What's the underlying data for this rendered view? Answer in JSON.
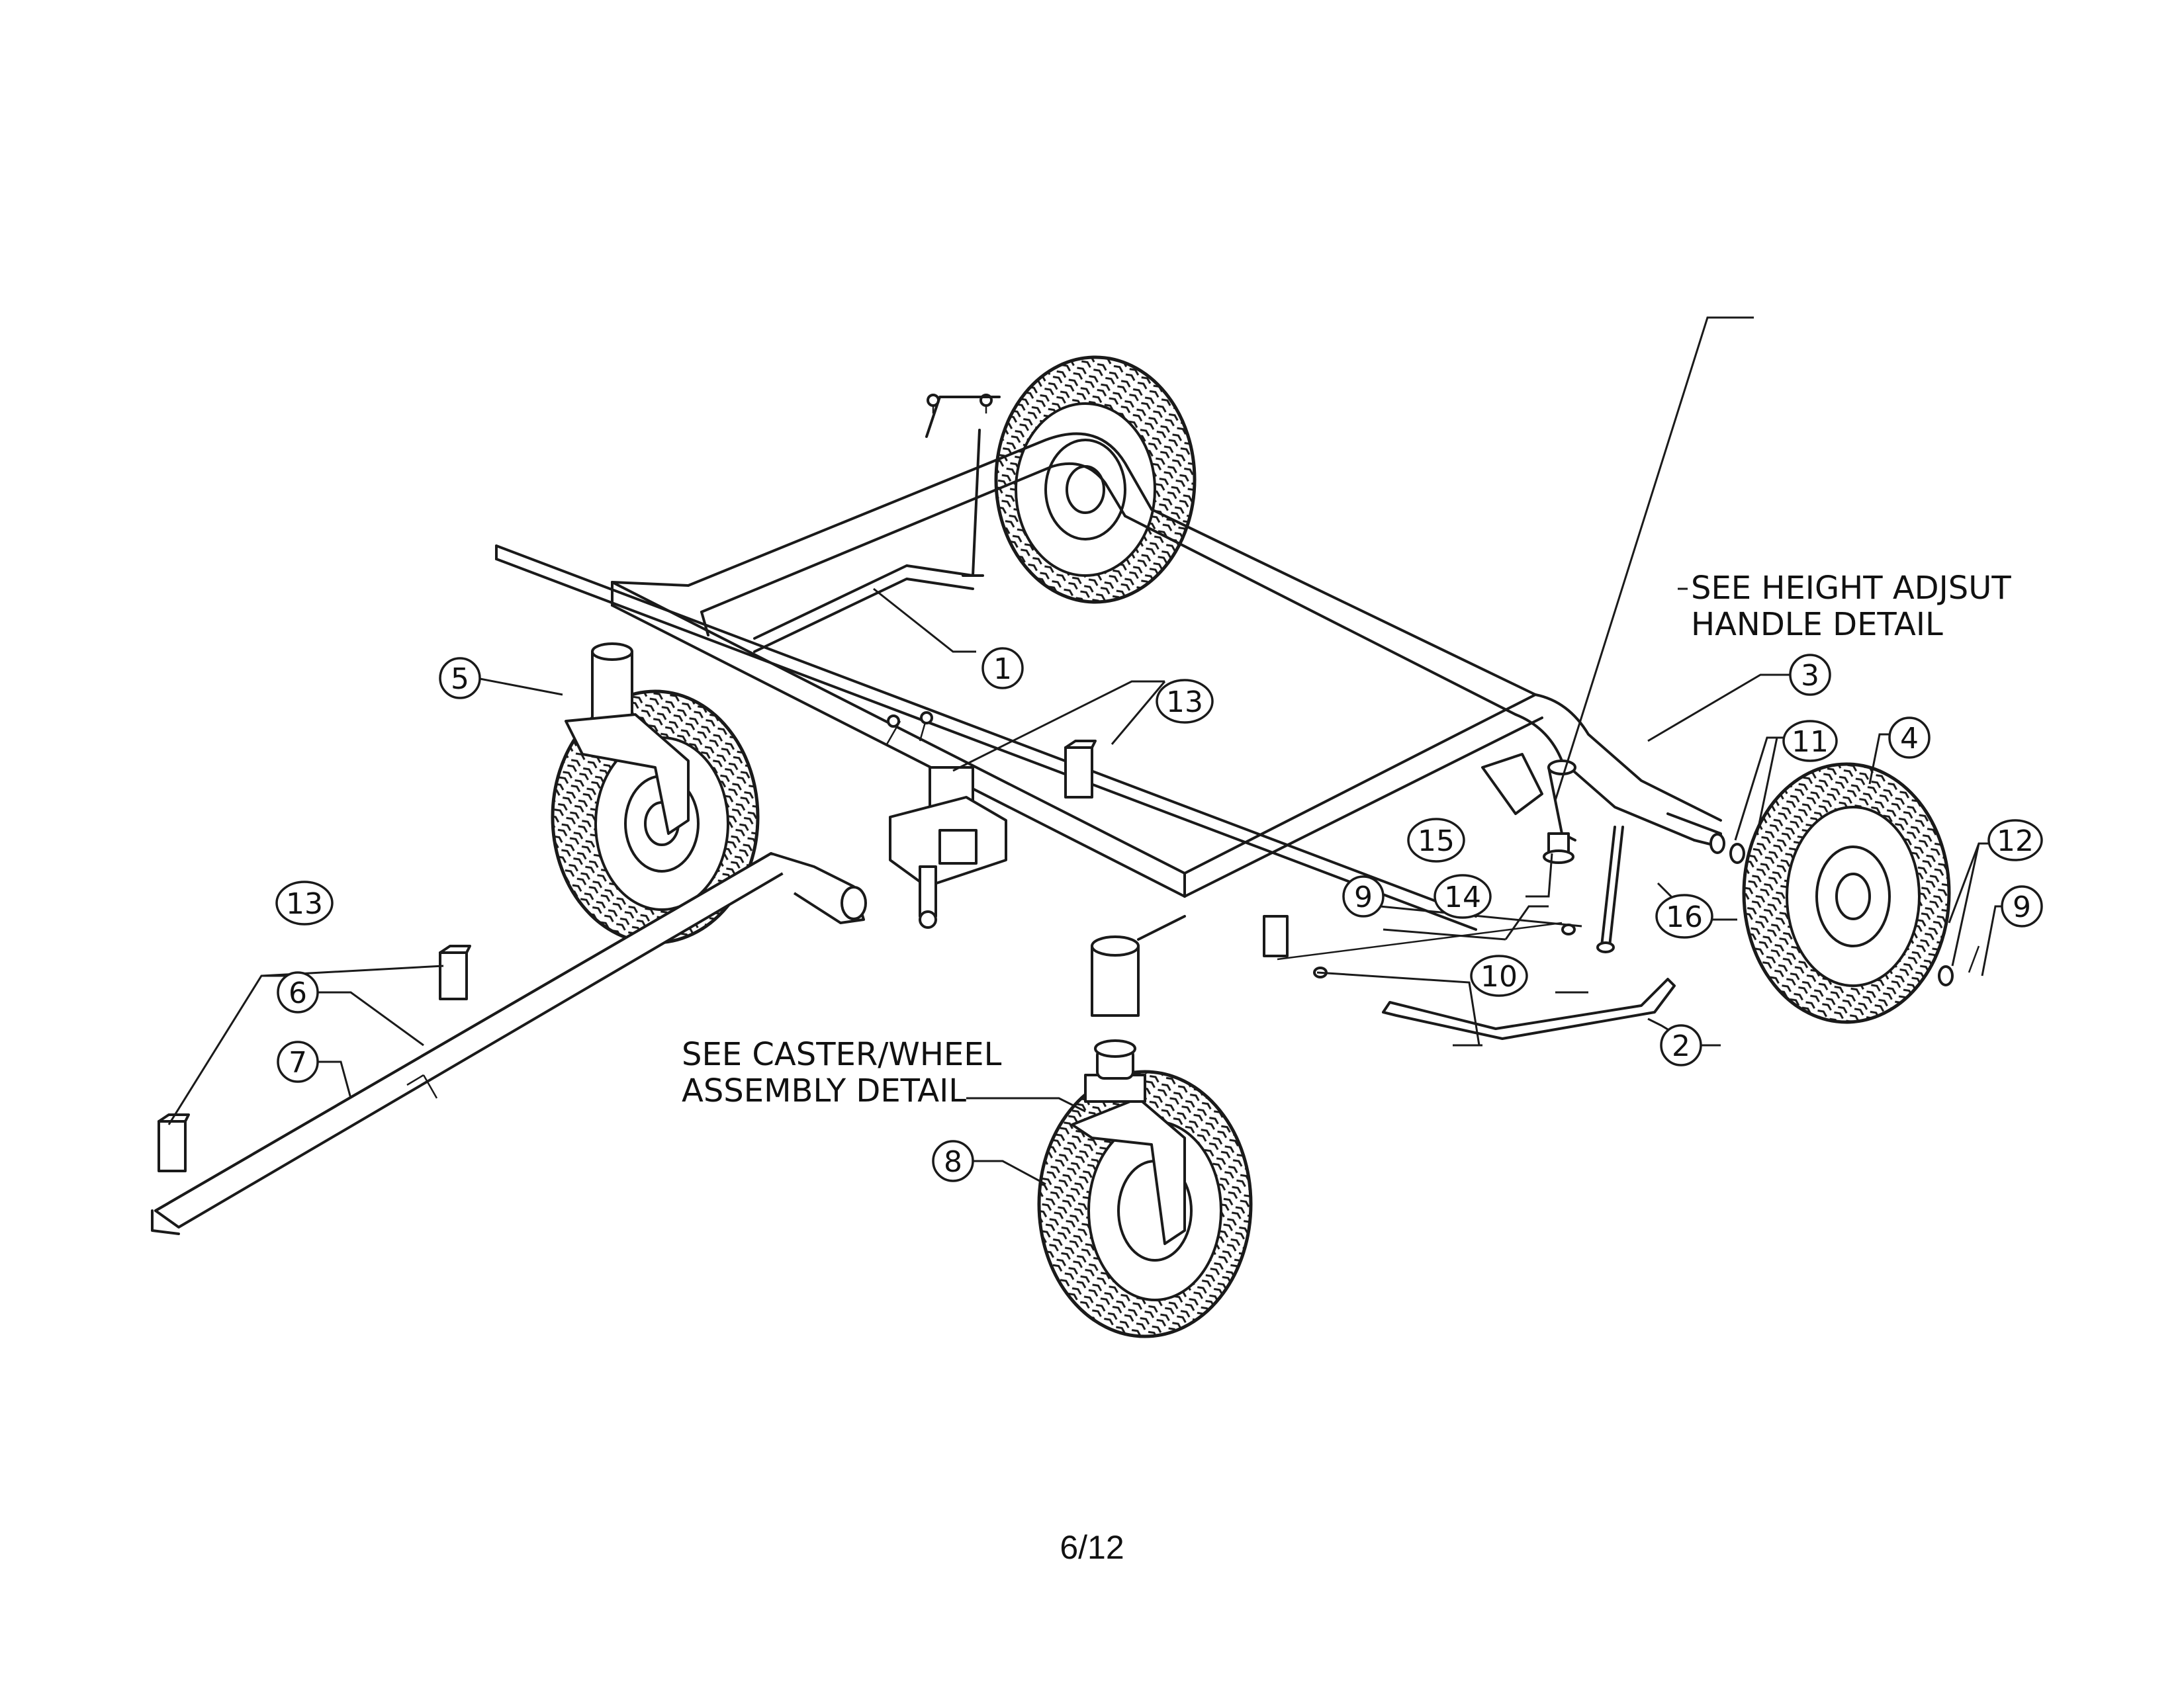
{
  "callouts": {
    "c1": "1",
    "c2": "2",
    "c3": "3",
    "c4": "4",
    "c5": "5",
    "c6": "6",
    "c7": "7",
    "c8": "8",
    "c9a": "9",
    "c9b": "9",
    "c10": "10",
    "c11": "11",
    "c12": "12",
    "c13a": "13",
    "c13b": "13",
    "c14": "14",
    "c15": "15",
    "c16": "16"
  },
  "notes": {
    "height_line1": "SEE HEIGHT ADJSUT",
    "height_line2": "HANDLE DETAIL",
    "caster_line1": "SEE CASTER/WHEEL",
    "caster_line2": "ASSEMBLY DETAIL"
  },
  "page_number": "6/12"
}
